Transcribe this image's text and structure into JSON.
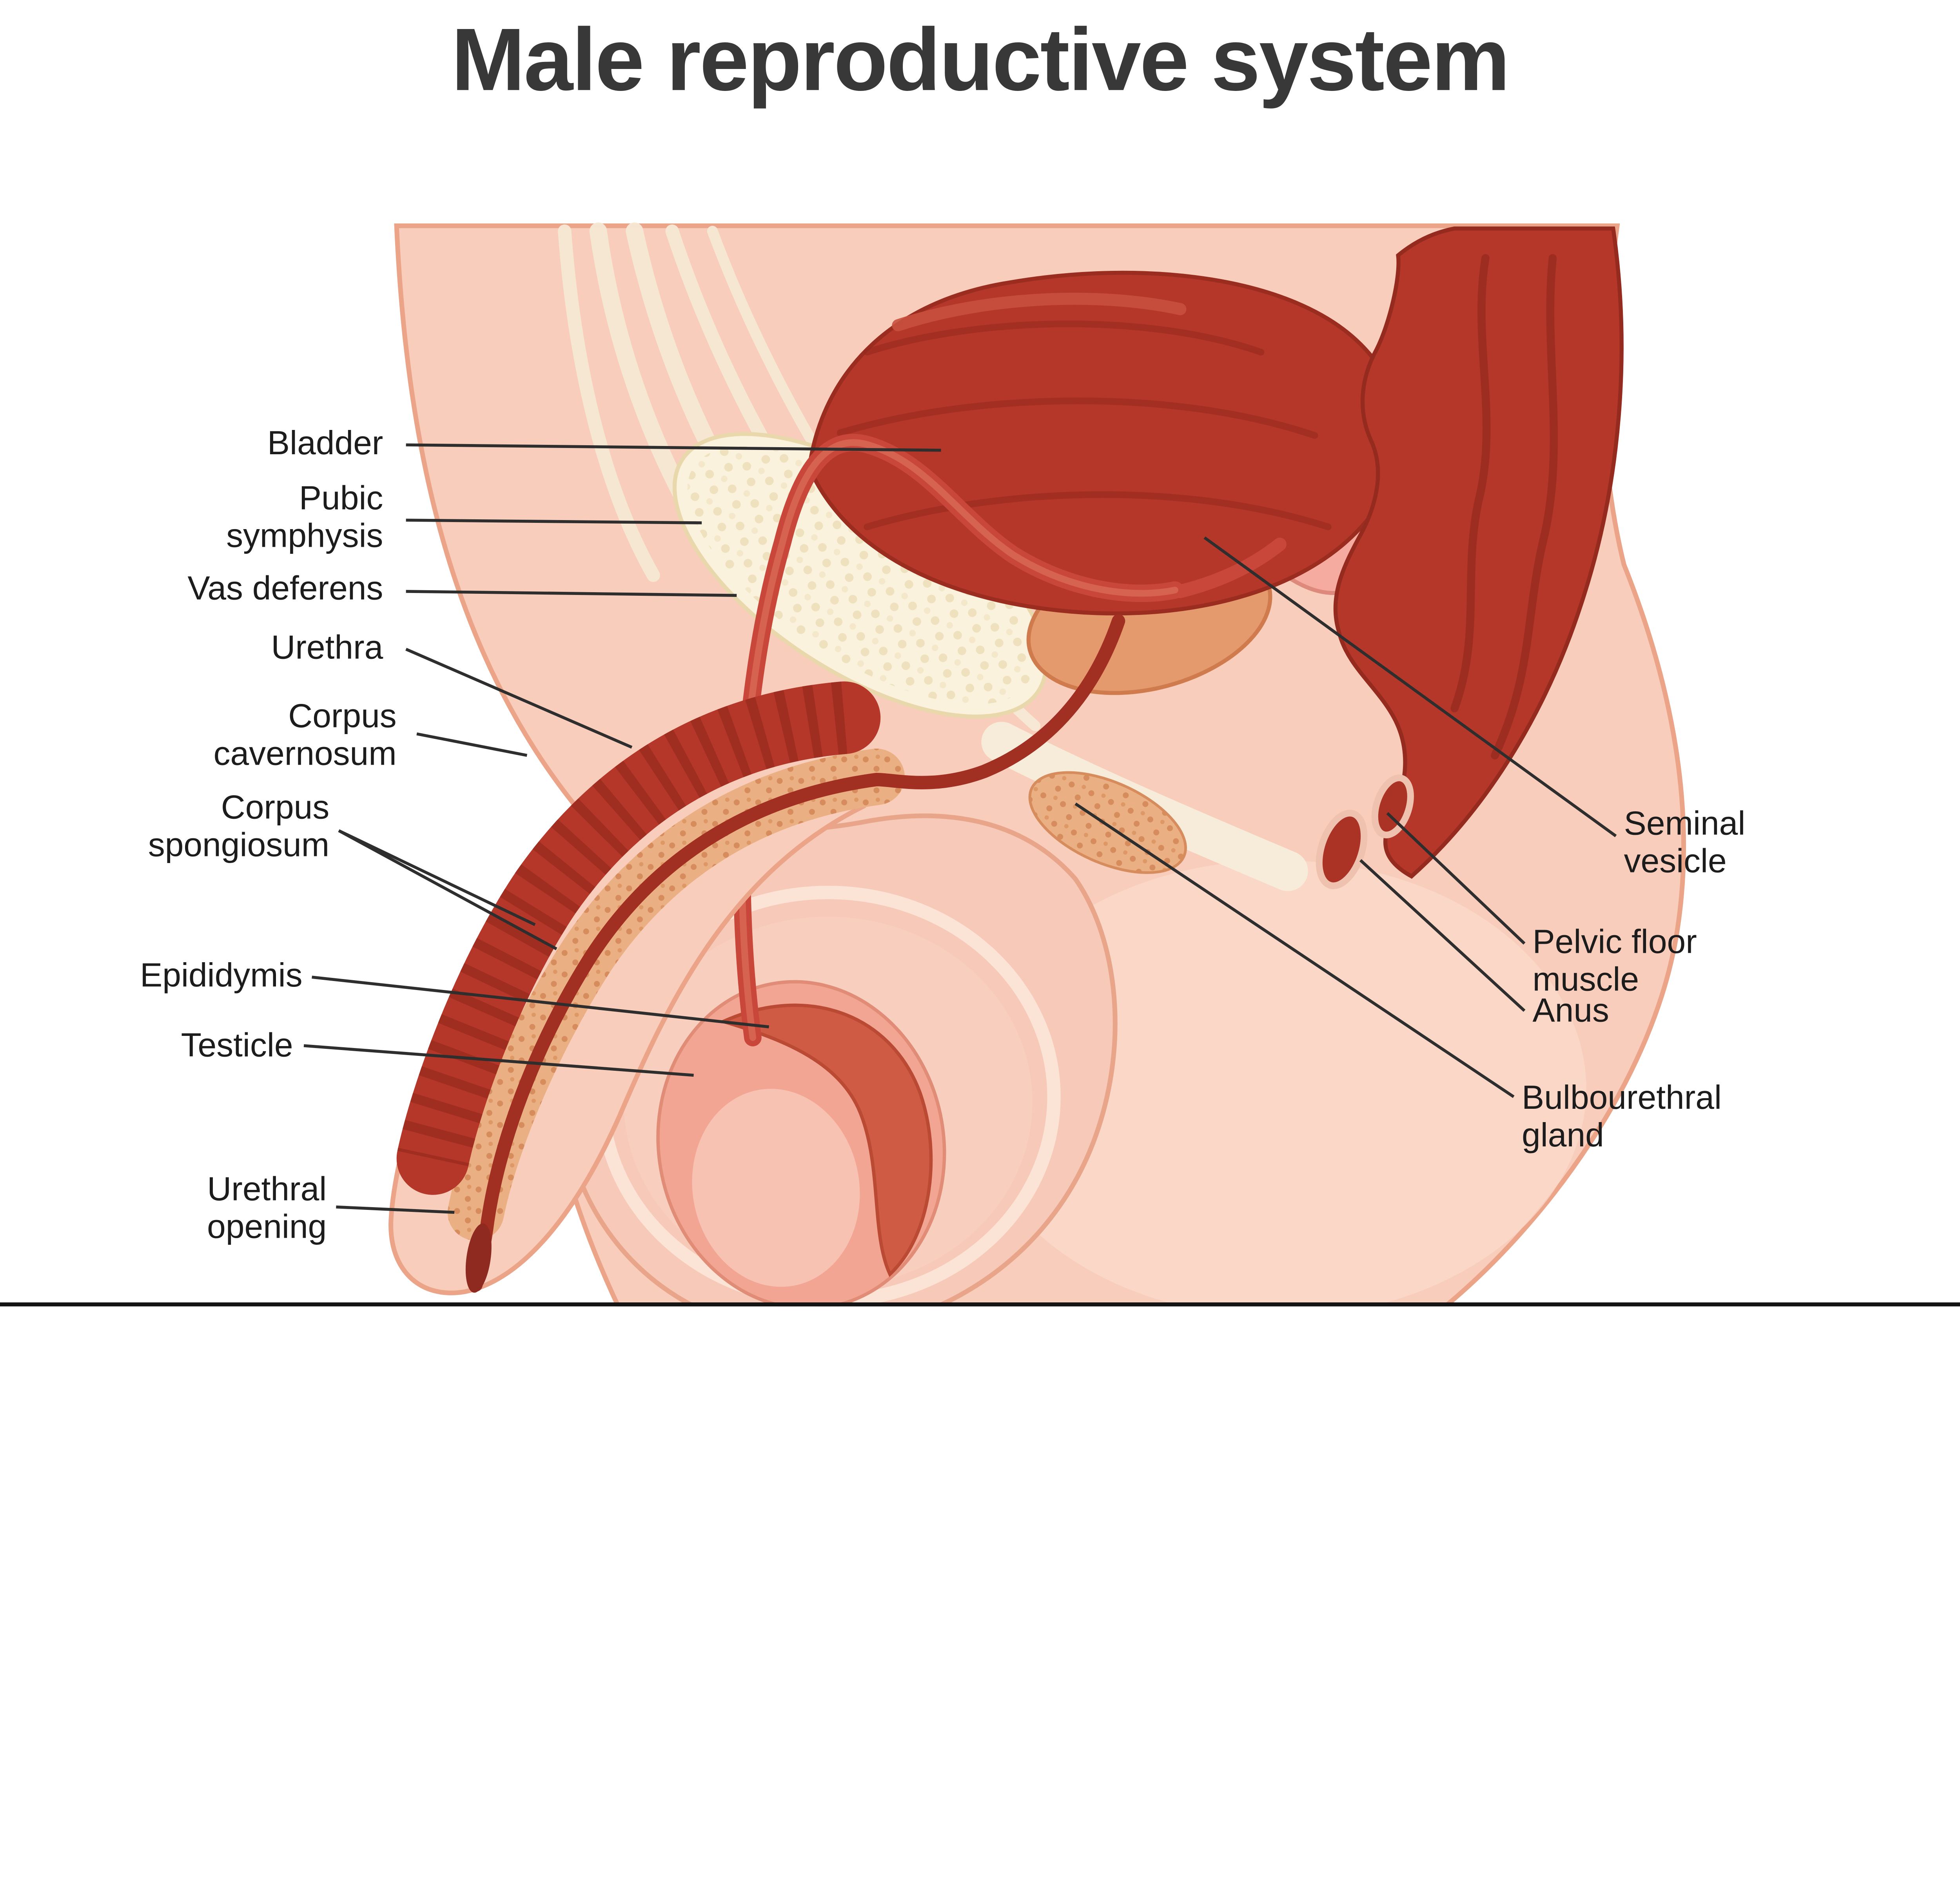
{
  "title": "Male reproductive system",
  "labels": {
    "bladder": "Bladder",
    "pubic_symphysis": "Pubic symphysis",
    "vas_deferens": "Vas deferens",
    "urethra": "Urethra",
    "corpus_cavernosum": "Corpus cavernosum",
    "corpus_spongiosum": "Corpus spongiosum",
    "epididymis": "Epididymis",
    "testicle": "Testicle",
    "urethral_opening": "Urethral opening",
    "seminal_vesicle": "Seminal vesicle",
    "pelvic_floor_muscle": "Pelvic floor muscle",
    "anus": "Anus",
    "bulbourethral_gland": "Bulbourethral gland"
  },
  "colors": {
    "skin": "#f8cdbb",
    "skin_outline": "#eba488",
    "organ_red": "#b5372a",
    "organ_red_dark": "#96291d",
    "cream": "#f7ecd9",
    "pubic_cream": "#faf2dd",
    "seminal_pink": "#f5aba0",
    "prostate_orange": "#e59a6e",
    "spongiosum_tan": "#eab083",
    "testicle_pink": "#f2a592",
    "epididymis_red": "#d05b44",
    "vas_red": "#c8473a",
    "urethra_red": "#a12f22",
    "leader": "#2e2e2e",
    "title_text": "#383838",
    "label_text": "#1c1c1c"
  }
}
